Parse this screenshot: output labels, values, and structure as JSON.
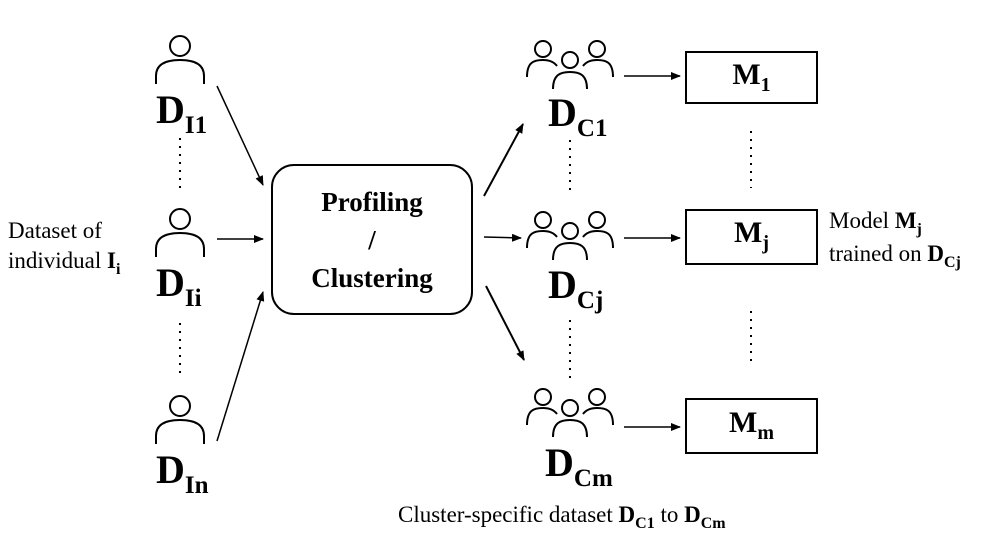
{
  "individuals": [
    {
      "letter": "D",
      "sub": "I1"
    },
    {
      "letter": "D",
      "sub": "Ii"
    },
    {
      "letter": "D",
      "sub": "In"
    }
  ],
  "left_caption": {
    "line1": "Dataset of",
    "line2_prefix": "individual",
    "var": "I",
    "var_sub": "i"
  },
  "process": {
    "line1": "Profiling",
    "line2": "/",
    "line3": "Clustering"
  },
  "clusters": [
    {
      "letter": "D",
      "sub": "C1"
    },
    {
      "letter": "D",
      "sub": "Cj"
    },
    {
      "letter": "D",
      "sub": "Cm"
    }
  ],
  "models": [
    {
      "letter": "M",
      "sub": "1"
    },
    {
      "letter": "M",
      "sub": "j"
    },
    {
      "letter": "M",
      "sub": "m"
    }
  ],
  "right_caption": {
    "line1_prefix": "Model",
    "var": "M",
    "var_sub": "j",
    "line2_prefix": "trained on",
    "var2": "D",
    "var2_sub": "Cj"
  },
  "bottom_caption": {
    "prefix": "Cluster-specific dataset",
    "v1": "D",
    "v1_sub": "C1",
    "mid": "to",
    "v2": "D",
    "v2_sub": "Cm"
  },
  "icons": {
    "person": "person-icon",
    "group": "group-icon"
  }
}
